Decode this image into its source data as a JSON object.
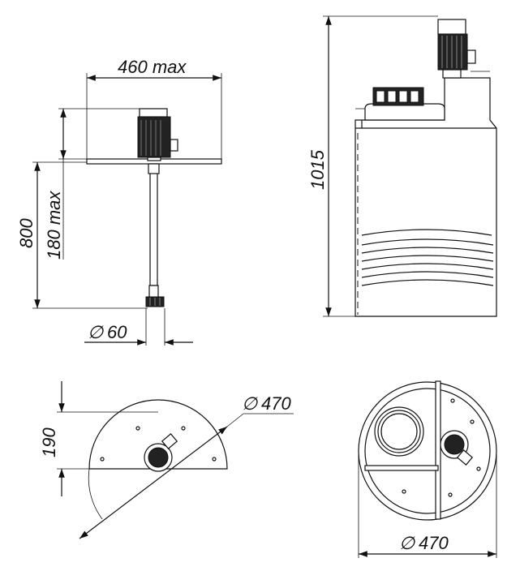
{
  "dimensions": {
    "mixer_width": "460 max",
    "mixer_height": "800",
    "mixer_range": "180 max",
    "shaft_diameter": "60",
    "tank_height": "1015",
    "half_plan_diameter": "470",
    "half_plan_depth": "190",
    "tank_plan_diameter": "470"
  },
  "symbols": {
    "diameter": "∅"
  },
  "colors": {
    "line": "#111111",
    "background": "#ffffff"
  }
}
